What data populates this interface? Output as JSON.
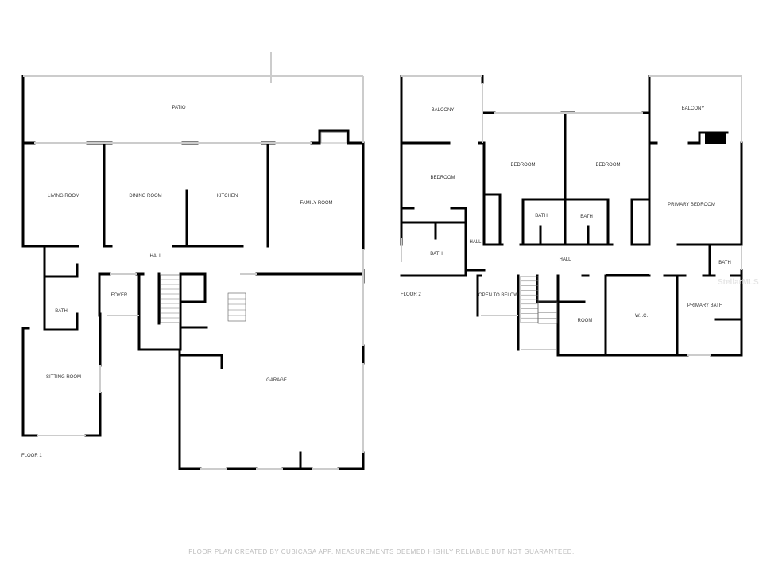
{
  "floor1": {
    "label": "FLOOR 1",
    "rooms": {
      "patio": "PATIO",
      "living_room": "LIVING ROOM",
      "dining_room": "DINING ROOM",
      "kitchen": "KITCHEN",
      "family_room": "FAMILY ROOM",
      "hall": "HALL",
      "foyer": "FOYER",
      "bath": "BATH",
      "sitting_room": "SITTING ROOM",
      "garage": "GARAGE"
    }
  },
  "floor2": {
    "label": "FLOOR 2",
    "rooms": {
      "balcony_left": "BALCONY",
      "balcony_right": "BALCONY",
      "bedroom_left": "BEDROOM",
      "bedroom_mid1": "BEDROOM",
      "bedroom_mid2": "BEDROOM",
      "primary_bedroom": "PRIMARY BEDROOM",
      "bath_left": "BATH",
      "bath_mid1": "BATH",
      "bath_mid2": "BATH",
      "bath_right": "BATH",
      "hall_small": "HALL",
      "hall": "HALL",
      "open_to_below": "OPEN TO BELOW",
      "room": "ROOM",
      "wic": "W.I.C.",
      "primary_bath": "PRIMARY BATH"
    }
  },
  "watermark": "StellarMLS",
  "footer": "FLOOR PLAN CREATED BY CUBICASA APP. MEASUREMENTS DEEMED HIGHLY RELIABLE BUT NOT GUARANTEED.",
  "colors": {
    "wall": "#000000",
    "window": "#cccccc",
    "text": "#333333"
  }
}
